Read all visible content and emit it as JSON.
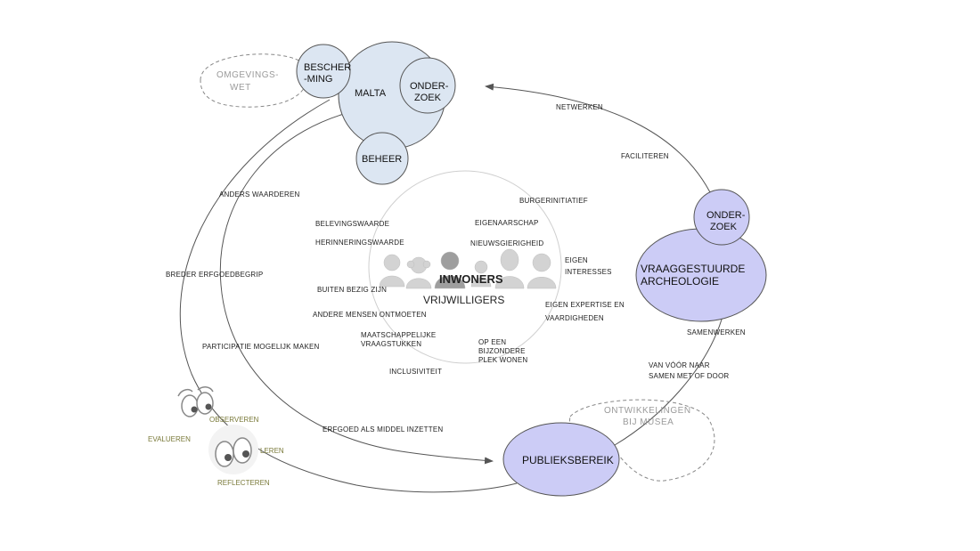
{
  "colors": {
    "blue_light": "#dce6f2",
    "lavender": "#ccccf6",
    "line": "#555555",
    "dashed": "#888888",
    "green_label": "#7a7a3a"
  },
  "nodes": {
    "malta": "MALTA",
    "bescherming": [
      "BESCHER",
      "-MING"
    ],
    "onderzoek_malta": [
      "ONDER-",
      "ZOEK"
    ],
    "beheer": "BEHEER",
    "omgevingswet": [
      "OMGEVINGS-",
      "WET"
    ],
    "onderzoek_right": [
      "ONDER-",
      "ZOEK"
    ],
    "vraaggestuurde": [
      "VRAAGGESTUURDE",
      "ARCHEOLOGIE"
    ],
    "publieksbereik": "PUBLIEKSBEREIK",
    "ontwikkelingen": [
      "ONTWIKKELINGEN",
      "BIJ MUSEA"
    ]
  },
  "center": {
    "title": "INWONERS",
    "subtitle": "VRIJWILLIGERS",
    "people_icon": "people-group-icon"
  },
  "motivations": {
    "belevingswaarde": "BELEVINGSWAARDE",
    "herinneringswaarde": "HERINNERINGSWAARDE",
    "buiten_bezig": "BUITEN BEZIG ZIJN",
    "andere_mensen": "ANDERE MENSEN ONTMOETEN",
    "maatschappelijke": [
      "MAATSCHAPPELIJKE",
      "VRAAGSTUKKEN"
    ],
    "inclusiviteit": "INCLUSIVITEIT",
    "burgerinitiatief": "BURGERINITIATIEF",
    "eigenaarschap": "EIGENAARSCHAP",
    "nieuwsgierigheid": "NIEUWSGIERIGHEID",
    "eigen_interesses": [
      "EIGEN",
      "INTERESSES"
    ],
    "eigen_expertise": [
      "EIGEN EXPERTISE EN",
      "VAARDIGHEDEN"
    ],
    "bijzondere_plek": [
      "OP EEN",
      "BIJZONDERE",
      "PLEK WONEN"
    ]
  },
  "connectors": {
    "netwerken": "NETWERKEN",
    "faciliteren": "FACILITEREN",
    "samenwerken": "SAMENWERKEN",
    "van_voor_naar": [
      "VAN VÓÓR NAAR",
      "SAMEN MET OF DOOR"
    ],
    "anders_waarderen": "ANDERS WAARDEREN",
    "breder_erfgoed": "BREDER ERFGOEDBEGRIP",
    "participatie": "PARTICIPATIE MOGELIJK MAKEN",
    "erfgoed_middel": "ERFGOED ALS MIDDEL INZETTEN"
  },
  "learning": {
    "observeren": "OBSERVEREN",
    "evalueren": "EVALUEREN",
    "leren": "LEREN",
    "reflecteren": "REFLECTEREN"
  }
}
